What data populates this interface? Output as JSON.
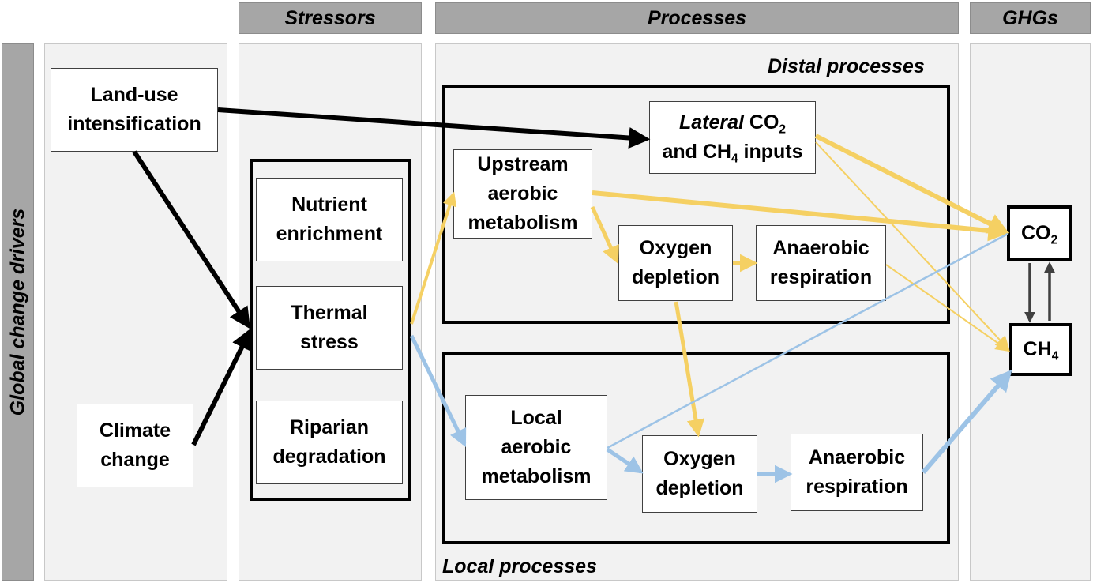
{
  "headers": {
    "stressors": "Stressors",
    "processes": "Processes",
    "ghgs": "GHGs"
  },
  "side_label": "Global change drivers",
  "group_labels": {
    "distal": "Distal processes",
    "local": "Local processes"
  },
  "drivers": {
    "land_use": [
      "Land-use",
      "intensification"
    ],
    "climate": [
      "Climate",
      "change"
    ]
  },
  "stressors": {
    "nutrient": [
      "Nutrient",
      "enrichment"
    ],
    "thermal": [
      "Thermal",
      "stress"
    ],
    "riparian": [
      "Riparian",
      "degradation"
    ]
  },
  "distal": {
    "lateral_1a": "Lateral",
    "lateral_1b": " CO",
    "lateral_1sub": "2",
    "lateral_2a": "and CH",
    "lateral_2sub": "4",
    "lateral_2b": " inputs",
    "upstream": [
      "Upstream",
      "aerobic",
      "metabolism"
    ],
    "oxygen": [
      "Oxygen",
      "depletion"
    ],
    "anaerobic": [
      "Anaerobic",
      "respiration"
    ]
  },
  "local": {
    "aerobic": [
      "Local",
      "aerobic",
      "metabolism"
    ],
    "oxygen": [
      "Oxygen",
      "depletion"
    ],
    "anaerobic": [
      "Anaerobic",
      "respiration"
    ]
  },
  "ghgs": {
    "co2": "CO",
    "co2_sub": "2",
    "ch4": "CH",
    "ch4_sub": "4"
  },
  "colors": {
    "black_arrow": "#000000",
    "yellow_arrow": "#f5d063",
    "blue_arrow": "#9dc3e6",
    "gray_arrow": "#404040"
  }
}
